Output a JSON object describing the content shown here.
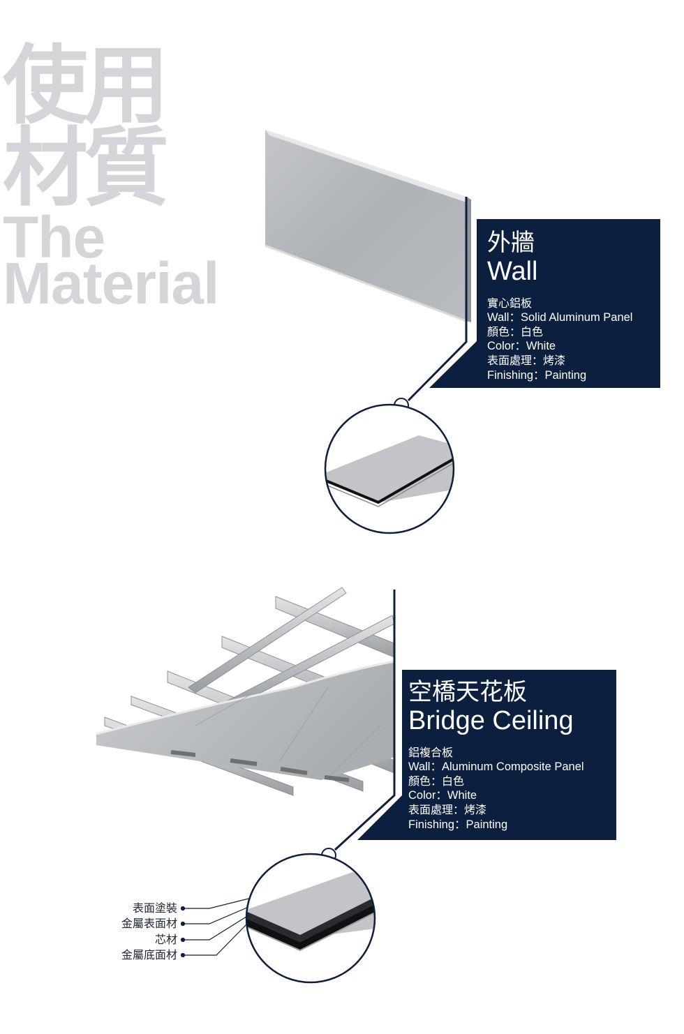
{
  "hero": {
    "line1": "使用",
    "line2": "材質",
    "line3": "The",
    "line4": "Material"
  },
  "wall": {
    "title_zh": "外牆",
    "title_en": "Wall",
    "specs": [
      "實心鋁板",
      "Wall：Solid Aluminum Panel",
      "顏色：白色",
      "Color：White",
      "表面處理：烤漆",
      "Finishing：Painting"
    ]
  },
  "ceiling": {
    "title_zh": "空橋天花板",
    "title_en": "Bridge Ceiling",
    "specs": [
      "鋁複合板",
      "Wall：Aluminum Composite Panel",
      "顏色：白色",
      "Color：White",
      "表面處理：烤漆",
      "Finishing：Painting"
    ]
  },
  "layers": [
    "表面塗裝",
    "金屬表面材",
    "芯材",
    "金屬底面材"
  ],
  "colors": {
    "navy": "#0d1f3e",
    "hero_gray": "#d3d5d9",
    "metal": "#b9bcc0"
  }
}
